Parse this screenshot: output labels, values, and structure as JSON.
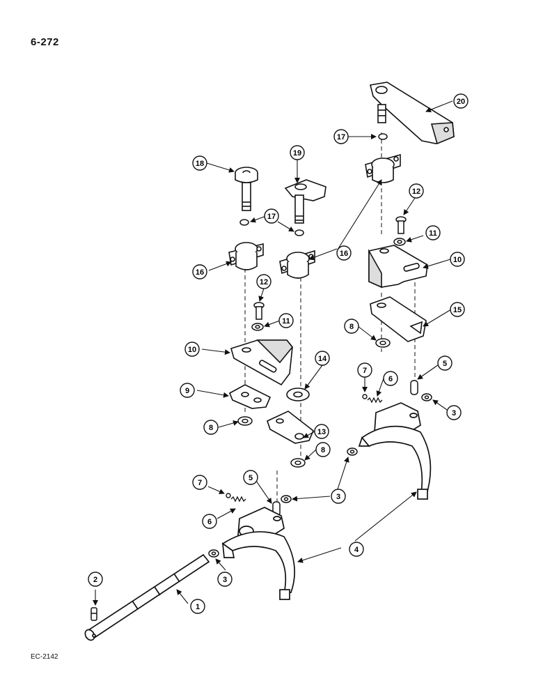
{
  "page_number": "6-272",
  "reference_code": "EC-2142",
  "callouts": [
    "20",
    "17",
    "18",
    "19",
    "17",
    "16",
    "16",
    "12",
    "11",
    "10",
    "12",
    "11",
    "10",
    "15",
    "8",
    "14",
    "9",
    "7",
    "6",
    "5",
    "3",
    "8",
    "13",
    "8",
    "7",
    "5",
    "3",
    "6",
    "4",
    "2",
    "3",
    "1"
  ]
}
